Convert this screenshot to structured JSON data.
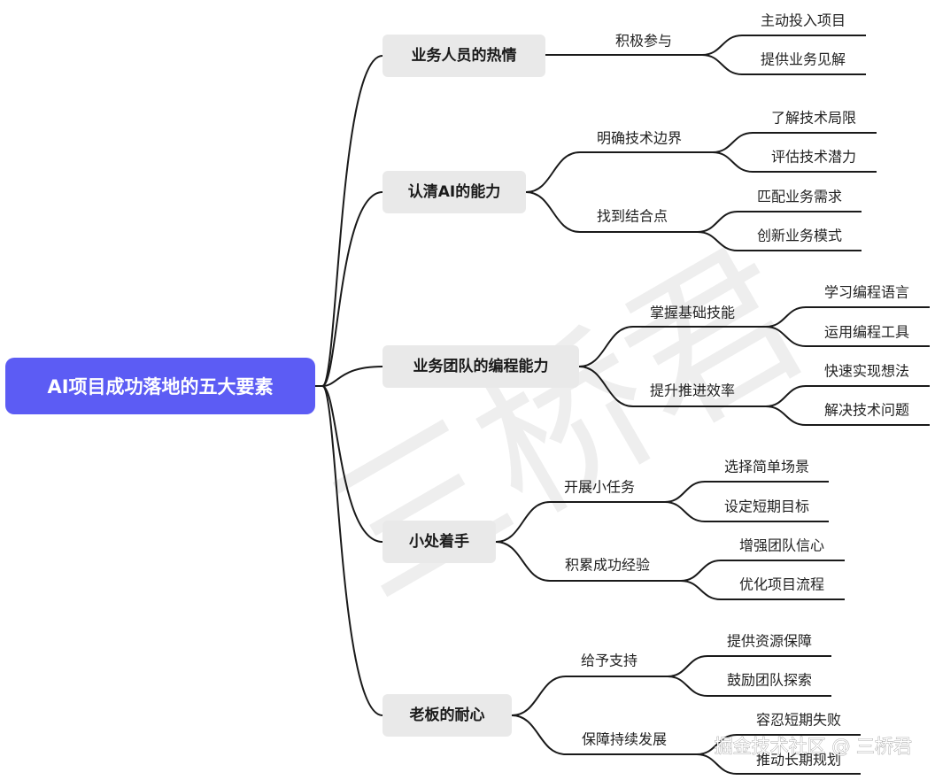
{
  "colors": {
    "root_fill": "#5c5cf4",
    "node_fill": "#e9e9e9",
    "line": "#1a1a1a"
  },
  "watermark": "三桥君",
  "credit": "掘金技术社区 @ 三桥君",
  "root": {
    "label": "AI项目成功落地的五大要素",
    "children": [
      {
        "label": "业务人员的热情",
        "children": [
          {
            "label": "积极参与",
            "children": [
              "主动投入项目",
              "提供业务见解"
            ]
          }
        ]
      },
      {
        "label": "认清AI的能力",
        "children": [
          {
            "label": "明确技术边界",
            "children": [
              "了解技术局限",
              "评估技术潜力"
            ]
          },
          {
            "label": "找到结合点",
            "children": [
              "匹配业务需求",
              "创新业务模式"
            ]
          }
        ]
      },
      {
        "label": "业务团队的编程能力",
        "children": [
          {
            "label": "掌握基础技能",
            "children": [
              "学习编程语言",
              "运用编程工具"
            ]
          },
          {
            "label": "提升推进效率",
            "children": [
              "快速实现想法",
              "解决技术问题"
            ]
          }
        ]
      },
      {
        "label": "小处着手",
        "children": [
          {
            "label": "开展小任务",
            "children": [
              "选择简单场景",
              "设定短期目标"
            ]
          },
          {
            "label": "积累成功经验",
            "children": [
              "增强团队信心",
              "优化项目流程"
            ]
          }
        ]
      },
      {
        "label": "老板的耐心",
        "children": [
          {
            "label": "给予支持",
            "children": [
              "提供资源保障",
              "鼓励团队探索"
            ]
          },
          {
            "label": "保障持续发展",
            "children": [
              "容忍短期失败",
              "推动长期规划"
            ]
          }
        ]
      }
    ]
  }
}
